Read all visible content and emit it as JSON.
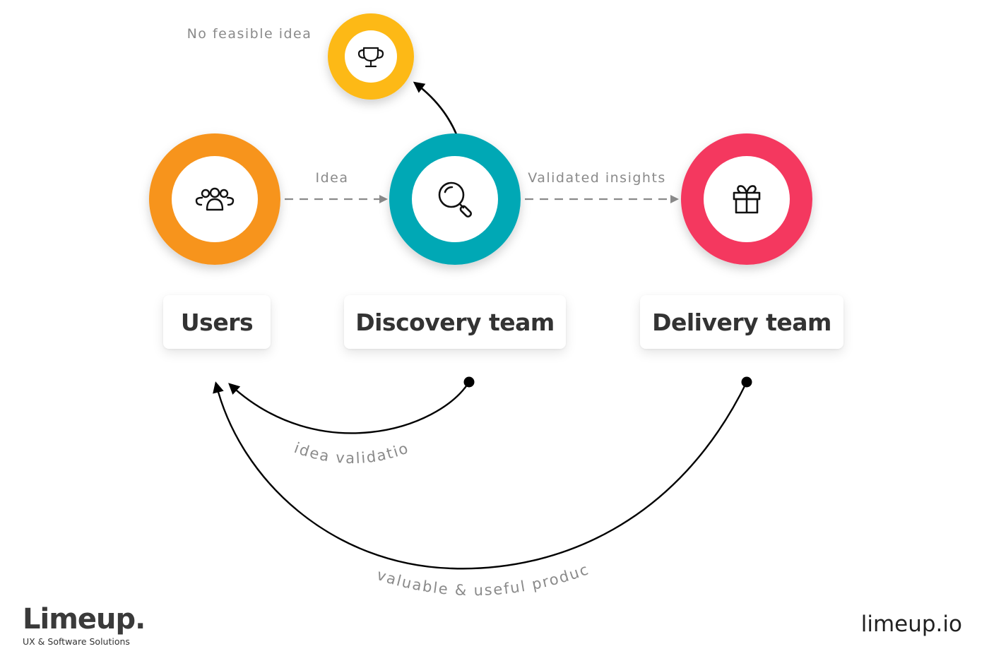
{
  "nodes": {
    "users": {
      "label": "Users",
      "icon": "users-group-icon",
      "color": "#F7941E"
    },
    "discovery": {
      "label": "Discovery team",
      "icon": "search-icon",
      "color": "#00A8B5"
    },
    "delivery": {
      "label": "Delivery team",
      "icon": "gift-icon",
      "color": "#F4385E"
    },
    "no_idea": {
      "label": "No feasible idea",
      "icon": "trophy-icon",
      "color": "#FDB913"
    }
  },
  "edges": {
    "idea": "Idea",
    "validated_insights": "Validated insights",
    "idea_validation": "idea validation",
    "valuable_product": "valuable & useful product"
  },
  "branding": {
    "logo_name": "Limeup.",
    "logo_tagline": "UX & Software Solutions",
    "site_url": "limeup.io"
  }
}
